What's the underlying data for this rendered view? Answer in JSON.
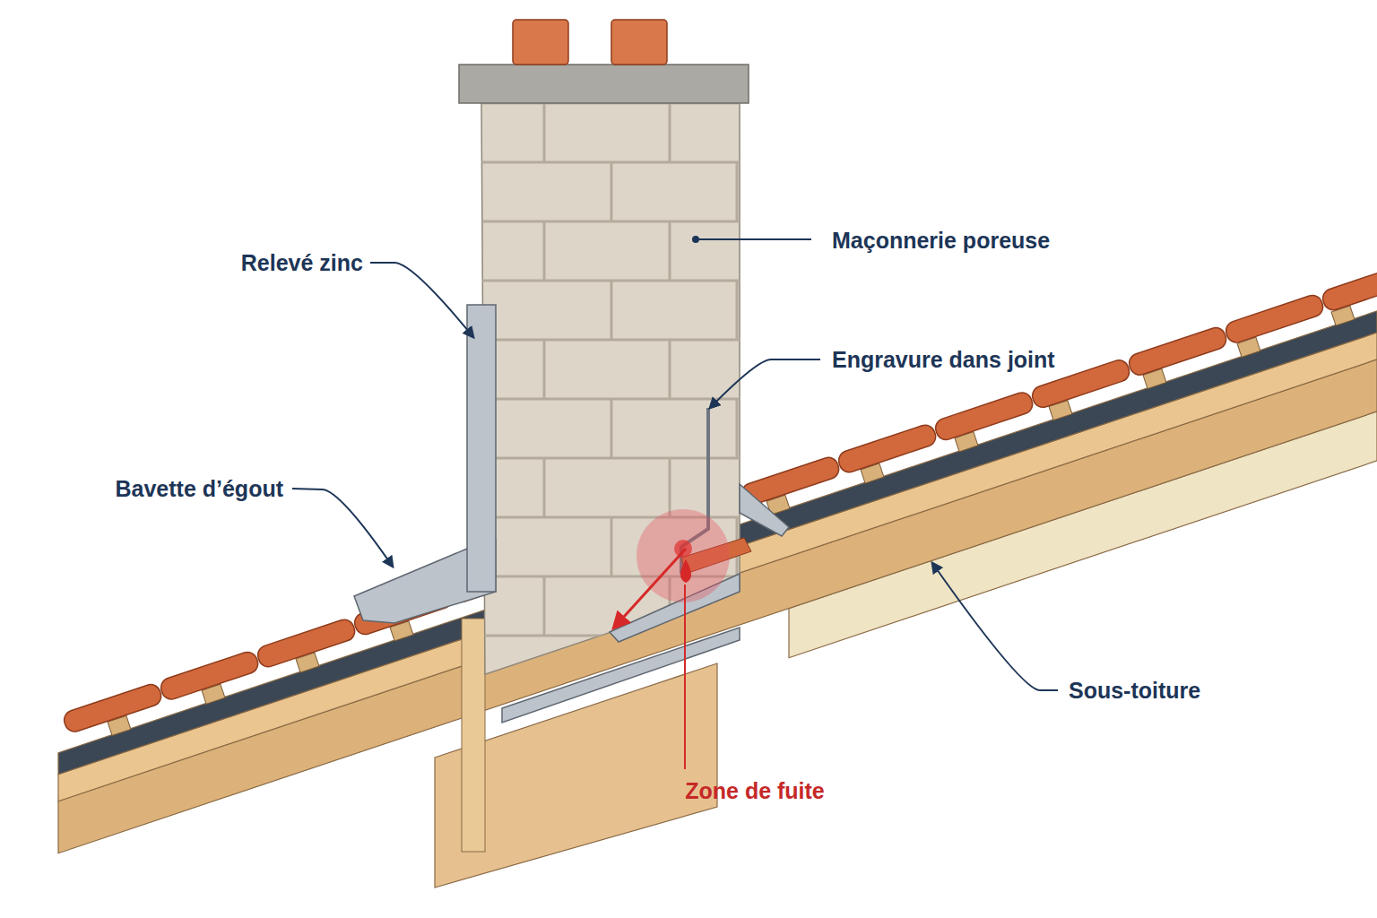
{
  "diagram": {
    "labels": [
      "Maçonnerie poreuse",
      "Relevé zinc",
      "Engravure dans joint",
      "Bavette d’égout",
      "Zone de fuite",
      "Sous-toiture"
    ]
  }
}
